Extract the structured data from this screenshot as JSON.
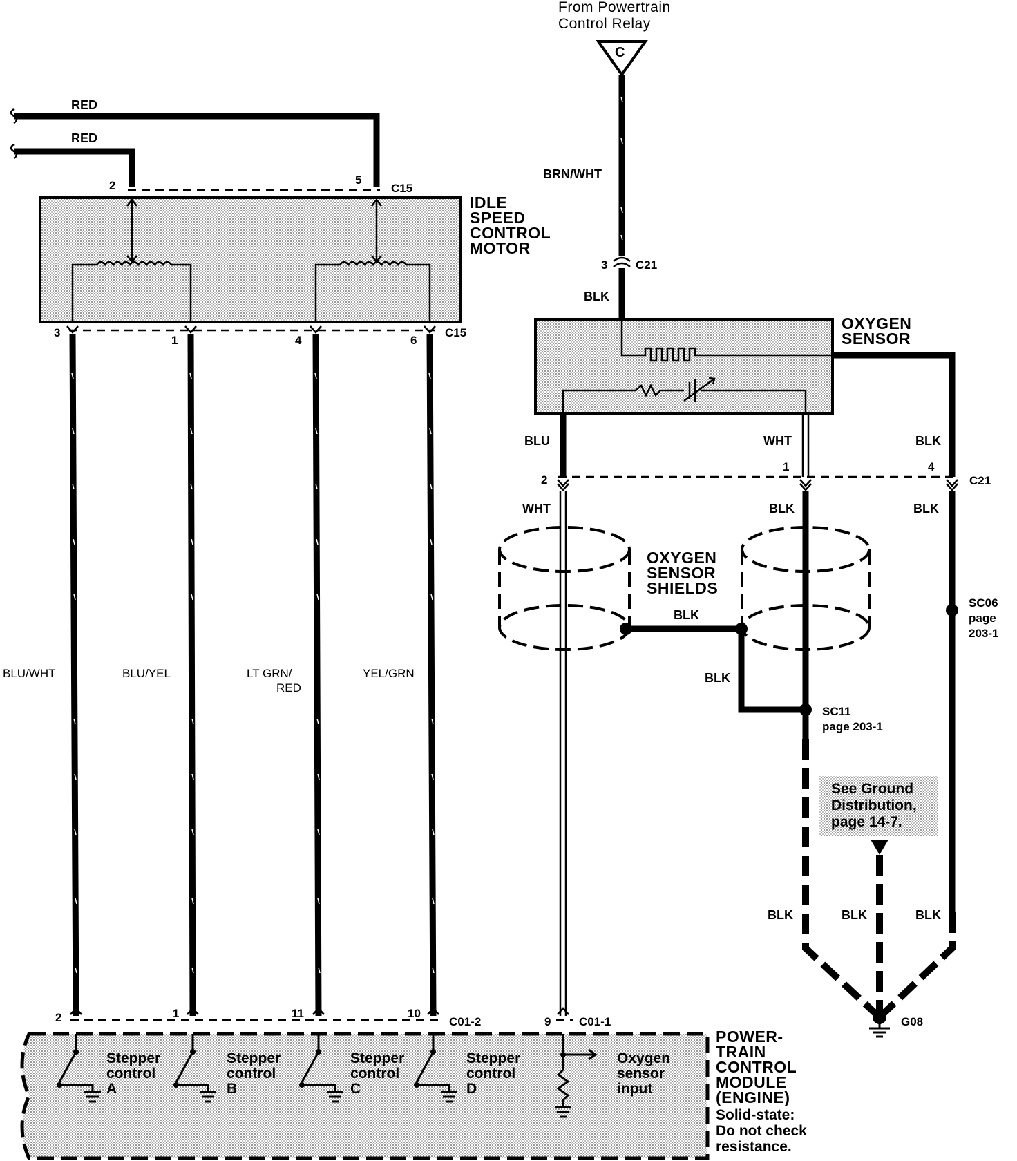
{
  "diagram": {
    "top_source": {
      "line1": "From Powertrain",
      "line2": "Control Relay",
      "letter": "C"
    },
    "colors": {
      "wire": "#000000",
      "shade": "#d9d9d9",
      "background": "#ffffff"
    },
    "wires": {
      "red1": "RED",
      "red2": "RED",
      "brn_wht": "BRN/WHT",
      "blk_top": "BLK",
      "blu_wht": "BLU/WHT",
      "blu_yel": "BLU/YEL",
      "lt_grn_1": "LT GRN/",
      "lt_grn_2": "RED",
      "yel_grn": "YEL/GRN",
      "blu": "BLU",
      "wht_top": "WHT",
      "blk_right_top": "BLK",
      "wht_low": "WHT",
      "blk_mid_low": "BLK",
      "blk_right_low": "BLK",
      "blk_shield": "BLK",
      "blk_shield_down": "BLK",
      "blk_g1": "BLK",
      "blk_g2": "BLK",
      "blk_g3": "BLK"
    },
    "pins": {
      "p2_top": "2",
      "p5_top": "5",
      "c15_top": "C15",
      "p3": "3",
      "p1": "1",
      "p4": "4",
      "p6": "6",
      "c15_bot": "C15",
      "p3_c21": "3",
      "c21_top": "C21",
      "p2_c21": "2",
      "p1_c21": "1",
      "p4_c21": "4",
      "c21_bot": "C21",
      "p2_pcm": "2",
      "p1_pcm": "1",
      "p11_pcm": "11",
      "p10_pcm": "10",
      "c01_2": "C01-2",
      "p9_pcm": "9",
      "c01_1": "C01-1"
    },
    "components": {
      "iscm": [
        "IDLE",
        "SPEED",
        "CONTROL",
        "MOTOR"
      ],
      "o2": [
        "OXYGEN",
        "SENSOR"
      ],
      "shields": [
        "OXYGEN",
        "SENSOR",
        "SHIELDS"
      ],
      "pcm": [
        "POWER-",
        "TRAIN",
        "CONTROL",
        "MODULE",
        "(ENGINE)"
      ],
      "pcm_note": [
        "Solid-state:",
        "Do not check",
        "resistance."
      ]
    },
    "splices": {
      "sc06": [
        "SC06",
        "page",
        "203-1"
      ],
      "sc11": [
        "SC11",
        "page 203-1"
      ]
    },
    "ground_note": [
      "See Ground",
      "Distribution,",
      "page 14-7."
    ],
    "ground_id": "G08",
    "pcm_inputs": {
      "a": [
        "Stepper",
        "control",
        "A"
      ],
      "b": [
        "Stepper",
        "control",
        "B"
      ],
      "c": [
        "Stepper",
        "control",
        "C"
      ],
      "d": [
        "Stepper",
        "control",
        "D"
      ],
      "o2": [
        "Oxygen",
        "sensor",
        "input"
      ]
    }
  }
}
